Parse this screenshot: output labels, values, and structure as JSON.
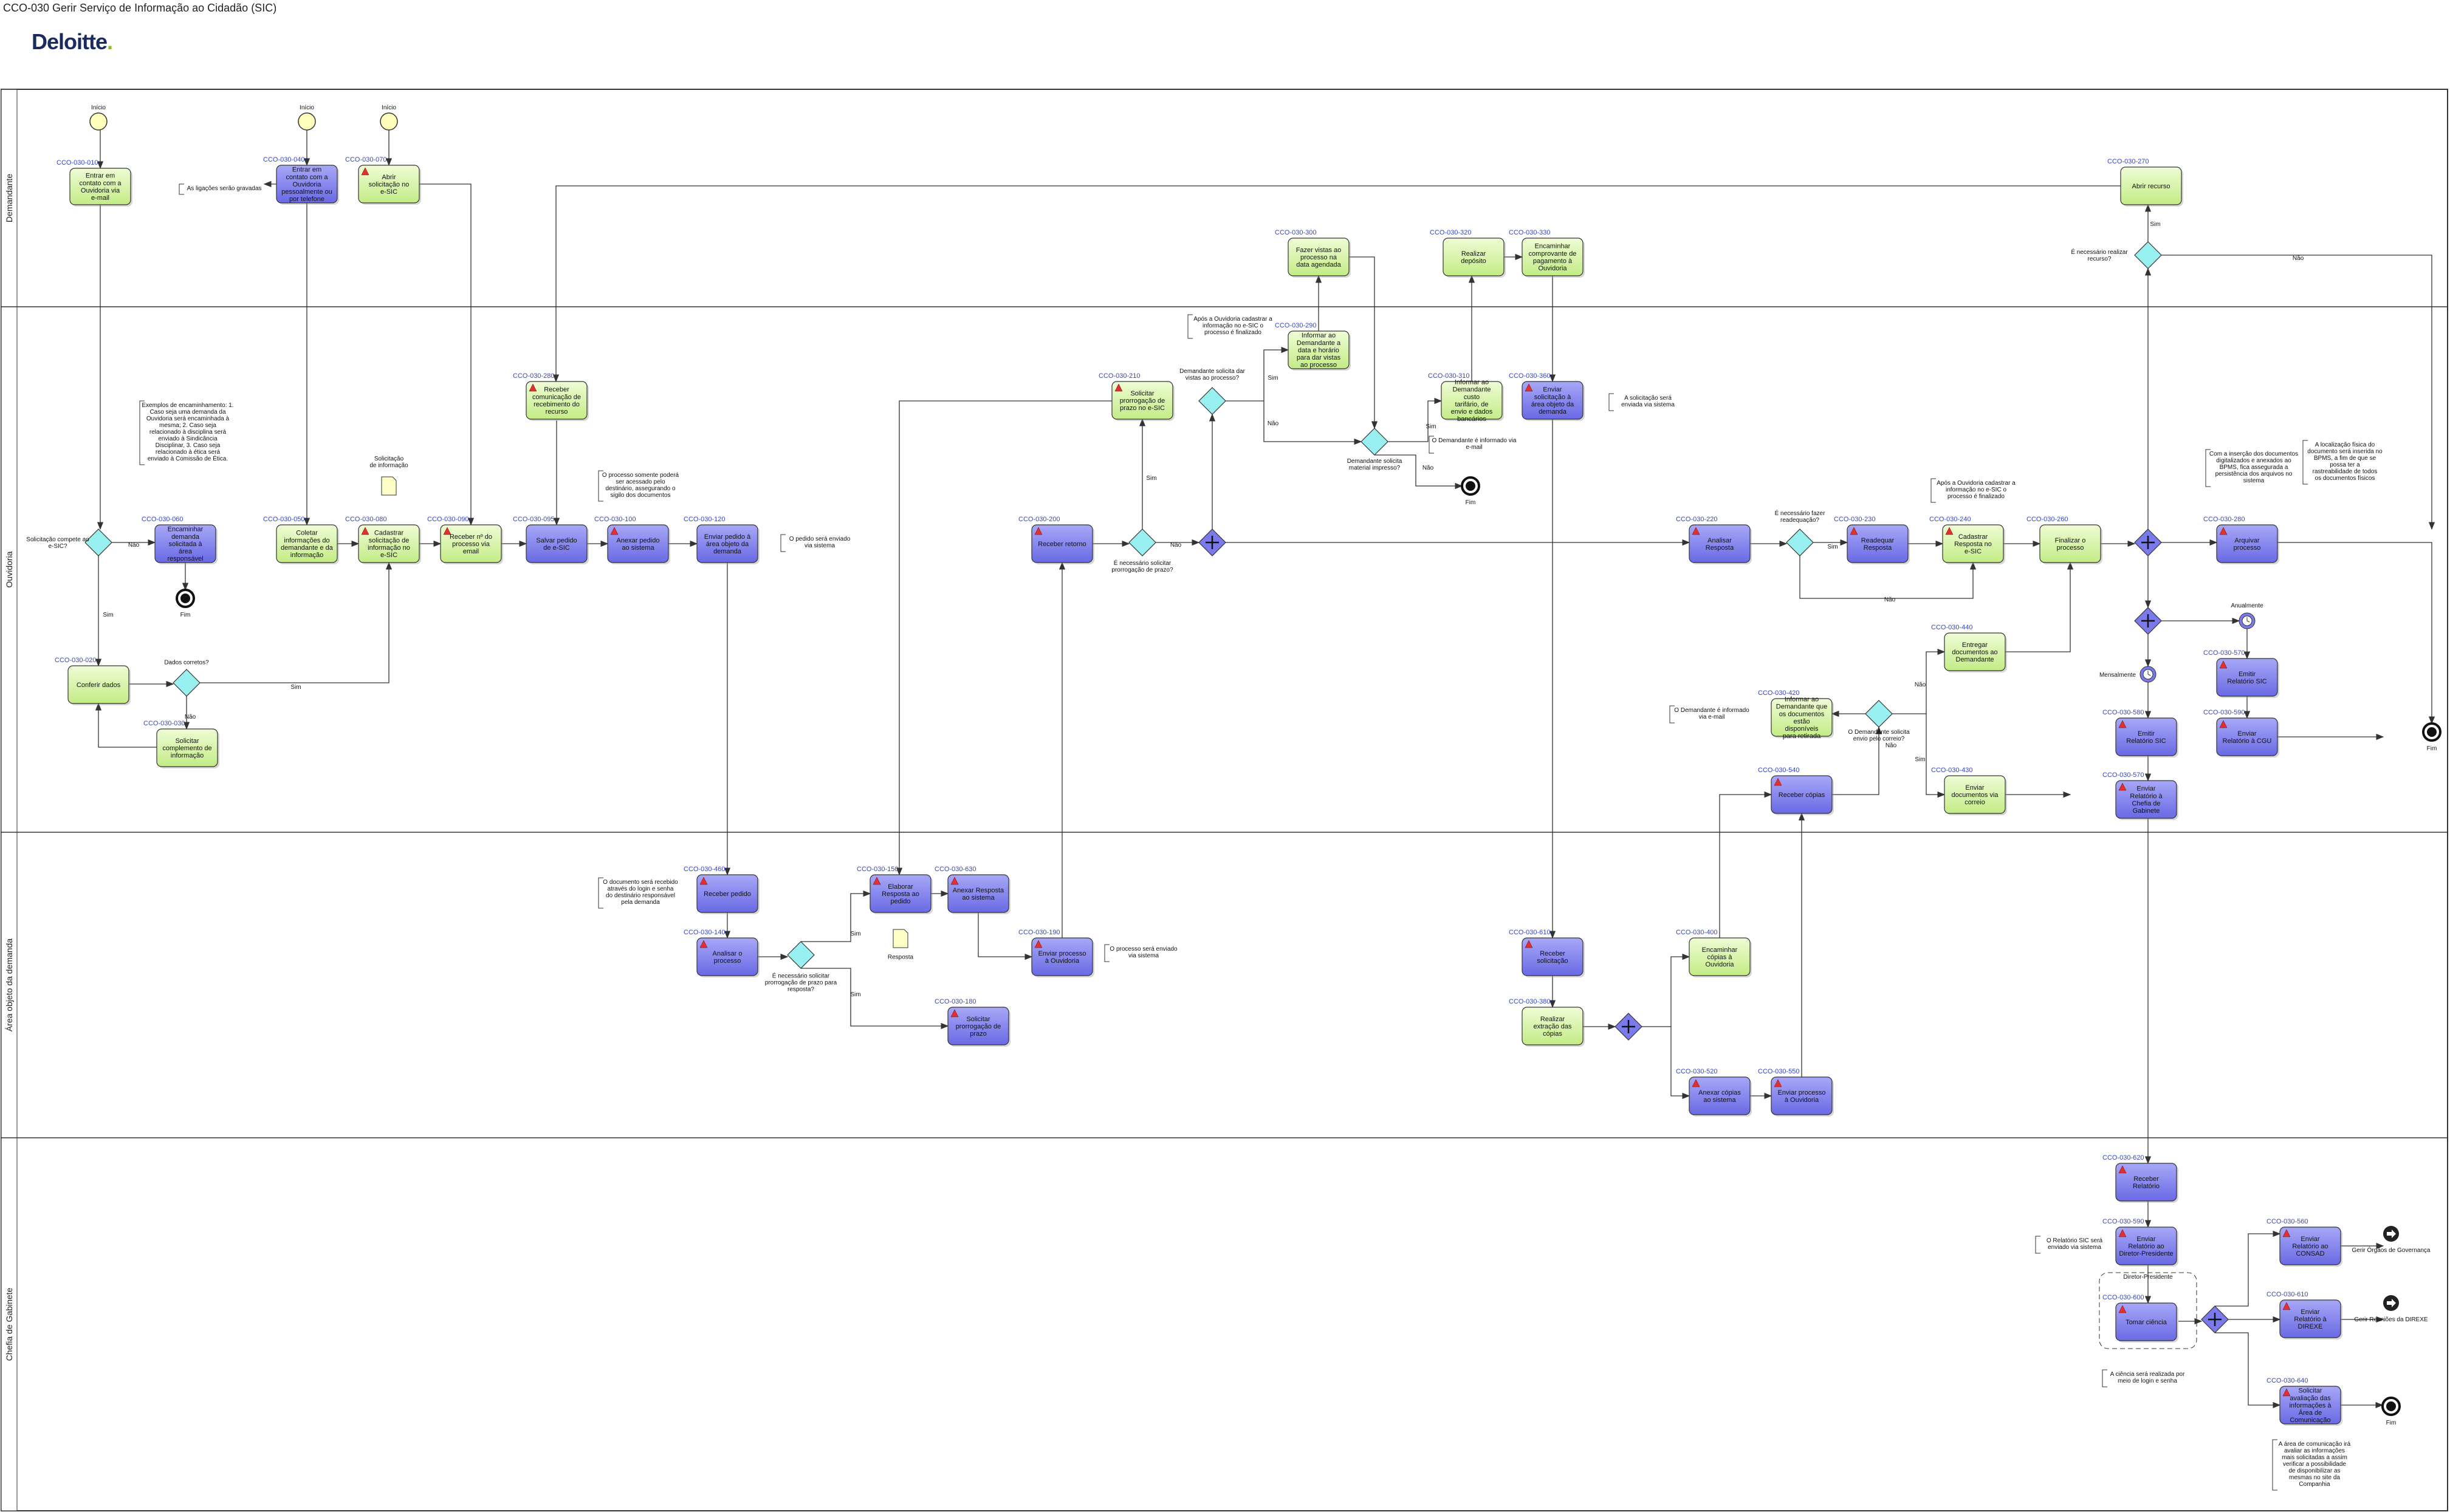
{
  "title": "CCO-030 Gerir Serviço de Informação ao Cidadão (SIC)",
  "brand": "Deloitte",
  "colors": {
    "green": "#d6f5a8",
    "blue": "#8080f0",
    "gateway": "#99f0f0",
    "start": "#ffffbb",
    "end": "#111111",
    "lane_fill": "#e8f0ff"
  },
  "lanes": [
    "Demandante",
    "Ouvidoria",
    "Área objeto da demanda",
    "Chefia de Gabinete"
  ],
  "tasks": [
    {
      "code": "CCO-030-010",
      "label": "Entrar em contato com a Ouvidoria via e-mail",
      "color": "green"
    },
    {
      "code": "CCO-030-040",
      "label": "Entrar em contato com a Ouvidoria pessoalmente ou por telefone",
      "color": "blue"
    },
    {
      "code": "CCO-030-070",
      "label": "Abrir solicitação no e-SIC",
      "color": "green",
      "alert": true
    },
    {
      "code": "CCO-030-270",
      "label": "Abrir recurso",
      "color": "green"
    },
    {
      "code": "CCO-030-300",
      "label": "Fazer vistas ao processo na data agendada",
      "color": "green"
    },
    {
      "code": "CCO-030-320",
      "label": "Realizar depósito",
      "color": "green"
    },
    {
      "code": "CCO-030-330",
      "label": "Encaminhar comprovante de pagamento à Ouvidoria",
      "color": "green"
    },
    {
      "code": "CCO-030-280",
      "label": "Receber comunicação de recebimento do recurso",
      "color": "green",
      "alert": true
    },
    {
      "code": "CCO-030-290",
      "label": "Informar ao Demandante a data e horário para dar vistas ao processo",
      "color": "green"
    },
    {
      "code": "CCO-030-210",
      "label": "Solicitar prorrogação de prazo no e-SIC",
      "color": "green",
      "alert": true
    },
    {
      "code": "CCO-030-310",
      "label": "Informar ao Demandante custo tarifário, de envio e dados bancários",
      "color": "green"
    },
    {
      "code": "CCO-030-360",
      "label": "Enviar solicitação à área objeto da demanda",
      "color": "blue",
      "alert": true
    },
    {
      "code": "CCO-030-060",
      "label": "Encaminhar demanda solicitada à área responsável",
      "color": "blue"
    },
    {
      "code": "CCO-030-050",
      "label": "Coletar informações do demandante e da informação",
      "color": "green"
    },
    {
      "code": "CCO-030-080",
      "label": "Cadastrar solicitação de informação no e-SIC",
      "color": "green",
      "alert": true
    },
    {
      "code": "CCO-030-090",
      "label": "Receber nº do processo via email",
      "color": "green",
      "alert": true
    },
    {
      "code": "CCO-030-095",
      "label": "Salvar pedido de e-SIC",
      "color": "blue"
    },
    {
      "code": "CCO-030-100",
      "label": "Anexar pedido ao sistema",
      "color": "blue",
      "alert": true
    },
    {
      "code": "CCO-030-120",
      "label": "Enviar pedido à área objeto da demanda",
      "color": "blue"
    },
    {
      "code": "CCO-030-200",
      "label": "Receber retorno",
      "color": "blue",
      "alert": true
    },
    {
      "code": "CCO-030-220",
      "label": "Analisar Resposta",
      "color": "blue",
      "alert": true
    },
    {
      "code": "CCO-030-230",
      "label": "Readequar Resposta",
      "color": "blue",
      "alert": true
    },
    {
      "code": "CCO-030-240",
      "label": "Cadastrar Resposta no e-SIC",
      "color": "green",
      "alert": true
    },
    {
      "code": "CCO-030-260",
      "label": "Finalizar o processo",
      "color": "green"
    },
    {
      "code": "CCO-030-280",
      "label": "Arquivar processo",
      "color": "blue",
      "alert": true
    },
    {
      "code": "CCO-030-020",
      "label": "Conferir dados",
      "color": "green"
    },
    {
      "code": "CCO-030-030",
      "label": "Solicitar complemento de informação",
      "color": "green"
    },
    {
      "code": "CCO-030-440",
      "label": "Entregar documentos ao Demandante",
      "color": "green"
    },
    {
      "code": "CCO-030-420",
      "label": "Informar ao Demandante que os documentos estão disponíveis para retirada",
      "color": "green"
    },
    {
      "code": "CCO-030-430",
      "label": "Enviar documentos via correio",
      "color": "green"
    },
    {
      "code": "CCO-030-540",
      "label": "Receber cópias",
      "color": "blue",
      "alert": true
    },
    {
      "code": "CCO-030-570",
      "label": "Emitir Relatório SIC",
      "color": "blue",
      "alert": true
    },
    {
      "code": "CCO-030-580",
      "label": "Emitir Relatório SIC",
      "color": "blue",
      "alert": true
    },
    {
      "code": "CCO-030-590",
      "label": "Enviar Relatório à CGU",
      "color": "blue",
      "alert": true
    },
    {
      "code": "CCO-030-570",
      "label": "Enviar Relatório à Chefia de Gabinete",
      "color": "blue",
      "alert": true
    },
    {
      "code": "CCO-030-460",
      "label": "Receber pedido",
      "color": "blue",
      "alert": true
    },
    {
      "code": "CCO-030-140",
      "label": "Analisar o processo",
      "color": "blue",
      "alert": true
    },
    {
      "code": "CCO-030-150",
      "label": "Elaborar Resposta ao pedido",
      "color": "blue",
      "alert": true
    },
    {
      "code": "CCO-030-630",
      "label": "Anexar Resposta ao sistema",
      "color": "blue",
      "alert": true
    },
    {
      "code": "CCO-030-180",
      "label": "Solicitar prorrogação de prazo",
      "color": "blue",
      "alert": true
    },
    {
      "code": "CCO-030-190",
      "label": "Enviar processo à Ouvidoria",
      "color": "blue",
      "alert": true
    },
    {
      "code": "CCO-030-610",
      "label": "Receber solicitação",
      "color": "blue",
      "alert": true
    },
    {
      "code": "CCO-030-380",
      "label": "Realizar extração das cópias",
      "color": "green"
    },
    {
      "code": "CCO-030-400",
      "label": "Encaminhar cópias à Ouvidoria",
      "color": "green"
    },
    {
      "code": "CCO-030-520",
      "label": "Anexar cópias ao sistema",
      "color": "blue",
      "alert": true
    },
    {
      "code": "CCO-030-550",
      "label": "Enviar processo à Ouvidoria",
      "color": "blue",
      "alert": true
    },
    {
      "code": "CCO-030-620",
      "label": "Receber Relatório",
      "color": "blue",
      "alert": true
    },
    {
      "code": "CCO-030-590",
      "label": "Enviar Relatório ao Diretor-Presidente",
      "color": "blue",
      "alert": true
    },
    {
      "code": "CCO-030-600",
      "label": "Tomar ciência",
      "color": "blue",
      "alert": true
    },
    {
      "code": "CCO-030-560",
      "label": "Enviar Relatório ao CONSAD",
      "color": "blue",
      "alert": true
    },
    {
      "code": "CCO-030-610",
      "label": "Enviar Relatório à DIREXE",
      "color": "blue",
      "alert": true
    },
    {
      "code": "CCO-030-640",
      "label": "Solicitar avaliação das informações à Área de Comunicação",
      "color": "blue",
      "alert": true
    }
  ],
  "gateways": [
    {
      "label": "Solicitação compete ao e-SIC?"
    },
    {
      "label": "Dados corretos?"
    },
    {
      "label": "É necessário solicitar prorrogação de prazo?"
    },
    {
      "label": "Demandante solicita dar vistas ao processo?"
    },
    {
      "label": "Demandante solicita material impresso?"
    },
    {
      "label": "É necessário fazer readequação?"
    },
    {
      "label": "É necessário realizar recurso?"
    },
    {
      "label": "O Demandante solicita envio pelo correio?"
    },
    {
      "label": "É necessário solicitar prorrogação de prazo para resposta?"
    }
  ],
  "events": [
    {
      "label": "Início"
    },
    {
      "label": "Início"
    },
    {
      "label": "Início"
    },
    {
      "label": "Fim"
    },
    {
      "label": "Fim"
    },
    {
      "label": "Fim"
    },
    {
      "label": "Fim"
    }
  ],
  "edge_labels": [
    "Não",
    "Sim",
    "Sim",
    "Não",
    "Sim",
    "Não",
    "Sim",
    "Não",
    "Sim",
    "Não",
    "Sim",
    "Não",
    "Não",
    "Sim",
    "Não",
    "Sim",
    "Sim",
    "Não",
    "Sim"
  ],
  "intermediate": [
    {
      "label": "Anualmente"
    },
    {
      "label": "Mensalmente"
    }
  ],
  "links": [
    {
      "label": "Gerir Órgãos de Governança"
    },
    {
      "label": "Gerir Reuniões da DIREXE"
    }
  ],
  "annotations": [
    "As ligações serão gravadas",
    "Exemplos de encaminhamento: 1. Caso seja uma demanda da Ouvidoria será encaminhada à mesma; 2. Caso seja relacionado à disciplina será enviado à Sindicância Disciplinar, 3. Caso seja relacionado à ética será enviado à Comissão de Ética.",
    "O processo somente poderá ser acessado pelo destinário, assegurando o sigilo dos documentos",
    "O pedido será enviado via sistema",
    "Após a Ouvidoria cadastrar a informação no e-SIC o processo é finalizado",
    "O Demandante é informado via e-mail",
    "A solicitação será enviada via sistema",
    "Após a Ouvidoria cadastrar a informação no e-SIC o processo é finalizado",
    "Com a inserção dos documentos digitalizados e anexados ao BPMS, fica assegurada a persistência dos arquivos no sistema",
    "A localização física do documento será inserida no BPMS, a fim de que se possa ter a rastreabilidade de todos os documentos físicos",
    "O Demandante é informado via e-mail",
    "O documento será recebido através do login e senha do destinário responsável pela demanda",
    "O processo será enviado via sistema",
    "O Relatório SIC será enviado via sistema",
    "A ciência será realizada por meio de login e senha",
    "A área de comunicação irá avaliar as informações mais solicitadas a assim verificar a possibilidade de disponibilizar as mesmas no site da Companhia"
  ],
  "documents": [
    {
      "label": "Solicitação de informação"
    },
    {
      "label": "Resposta"
    }
  ],
  "group_label": "Diretor-Presidente"
}
